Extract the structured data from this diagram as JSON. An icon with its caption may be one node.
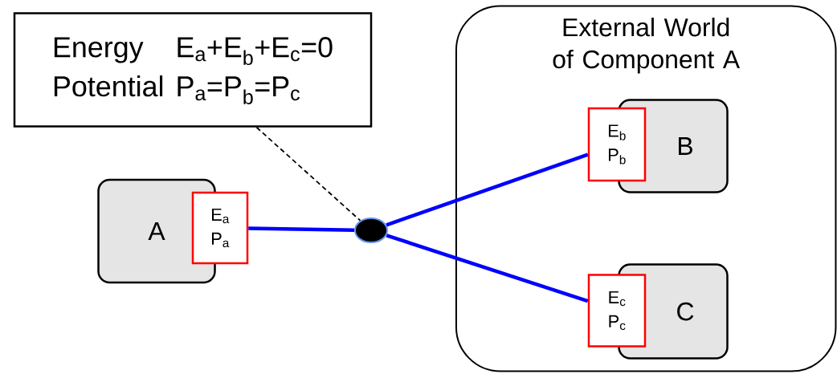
{
  "diagram": {
    "nodes": [
      {
        "text": [
          "Energy",
          "E$_{a}$+E$_{b}$+E$_{c}$=0",
          "Potential",
          "P$_{a}$=P$_{b}$=P$_{c}$"
        ]
      },
      {
        "text": [
          "A"
        ]
      },
      {
        "text": [
          "E$_{a}$",
          "P$_{a}$"
        ]
      },
      {
        "text": [
          "External World of Component A"
        ]
      },
      {
        "text": [
          "B"
        ],
        "in": 3
      },
      {
        "text": [
          "E$_{b}$",
          "P$_{b}$"
        ],
        "in": 3
      },
      {
        "text": [
          "C"
        ],
        "in": 3
      },
      {
        "text": [
          "E$_{c}$",
          "P$_{c}$"
        ],
        "in": 3
      },
      {
        "text": [],
        "shape": "circle"
      }
    ],
    "edges": [
      {
        "from": 2,
        "to": 8,
        "arrow": "none"
      },
      {
        "from": 8,
        "to": 5,
        "arrow": "none"
      },
      {
        "from": 8,
        "to": 7,
        "arrow": "none"
      },
      {
        "from": 0,
        "to": 8,
        "arrow": "none",
        "style": "dashed",
        "color": "#000000"
      }
    ]
  }
}
